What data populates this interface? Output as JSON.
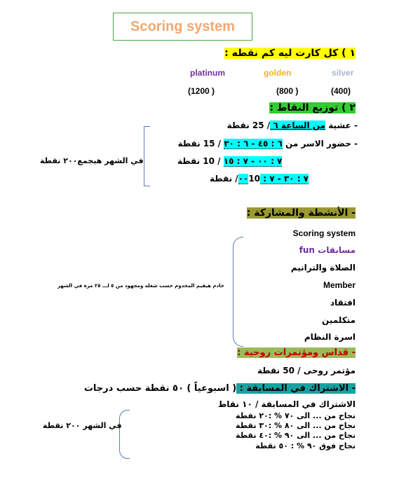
{
  "title": "Scoring system",
  "section1": {
    "heading": "١ ) كل كارت ليه كم نقطه :",
    "cards": [
      {
        "name": "silver",
        "points": "(400)",
        "color": "#a8b4c8"
      },
      {
        "name": "golden",
        "points": "(800 )",
        "color": "#f0b323"
      },
      {
        "name": "platinum",
        "points": "(1200 )",
        "color": "#7030a0"
      }
    ]
  },
  "section2": {
    "heading": "٢ ) توزيع النقاط :",
    "line1_a": "- عشية ",
    "line1_b": "من الساعة ٦ ",
    "line1_c": " / 25 نقطة",
    "line2_a": "- حضور الاسر من ",
    "line2_b": "٦ : ٤٥ - ٦ : ٣٠",
    "line2_c": " / 15 نقطة",
    "line3_a": "٧ : ٠٠ - ٧ : ١٥",
    "line3_b": "    /   10   نقطة",
    "line4_a": "٧ : ٣٠ - ٧ : ٠٠",
    "line4_b": "10/  نقطة",
    "side_note": "في الشهر هيجمع٢٠٠ نقطة"
  },
  "section3": {
    "heading": "- الأنشطة والمشاركة  :",
    "items": [
      "Scoring system",
      "مسابقات fun",
      "الصلاة والترانيم",
      "Member",
      "افتقاد",
      "متكلمين",
      "اسرة النظام"
    ],
    "side_note": "خادم هيقيم المخدوم حسب شغله ومجهود من ٥ لـــ ٢٥ مرة في الشهر"
  },
  "section4": {
    "heading": "- قداس ومؤتمرات روحية :",
    "item": "مؤتمر روحى  / 50 نقطة"
  },
  "section5": {
    "heading": "- الاشتراك في المسابقة : ",
    "heading_tail": " ( اسبوعياً ) ٥٠ نقطة حسب درجات",
    "items": [
      "الاشتراك في المسابقة / ١٠ نقاط",
      "نجاح من ... الى ٧٠ % :٢٠ نقطة",
      "نجاح من ... الى ٨٠ % :٣٠ نقطة",
      "نجاح من ... الى ٩٠ % :٤٠ نقطة",
      "نجاح فوق ٩٠ % : ٥٠ نقطة"
    ],
    "side_note": "في الشهر ٢٠٠ نقطة"
  }
}
